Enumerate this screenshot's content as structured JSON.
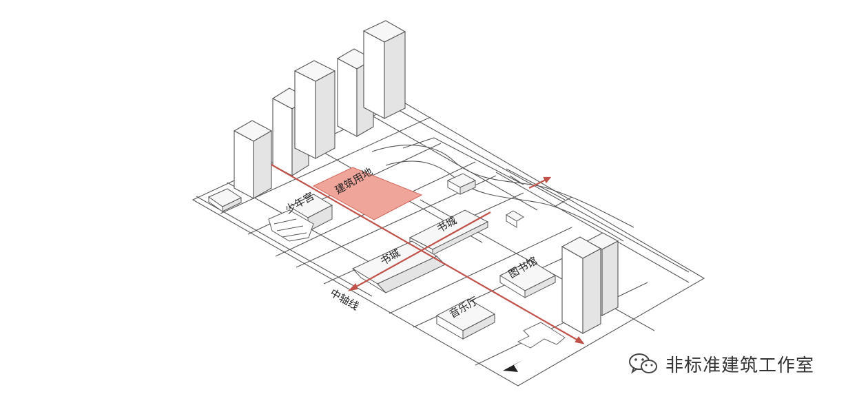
{
  "diagram": {
    "site_label": "建筑用地",
    "labels": {
      "youth_palace": "少年宫",
      "book_city_upper": "书城",
      "book_city_lower": "书城",
      "library": "图书馆",
      "concert_hall": "音乐厅",
      "central_axis": "中轴线"
    },
    "colors": {
      "site_fill": "#f0a59b",
      "site_stroke": "#d0685e",
      "axis_color": "#c0524a",
      "line_color": "#555555",
      "tower_front": "#ffffff",
      "tower_side": "#e4e4e4",
      "tower_top": "#f7f7f7"
    }
  },
  "watermark": {
    "icon": "wechat-icon",
    "text": "非标准建筑工作室"
  }
}
